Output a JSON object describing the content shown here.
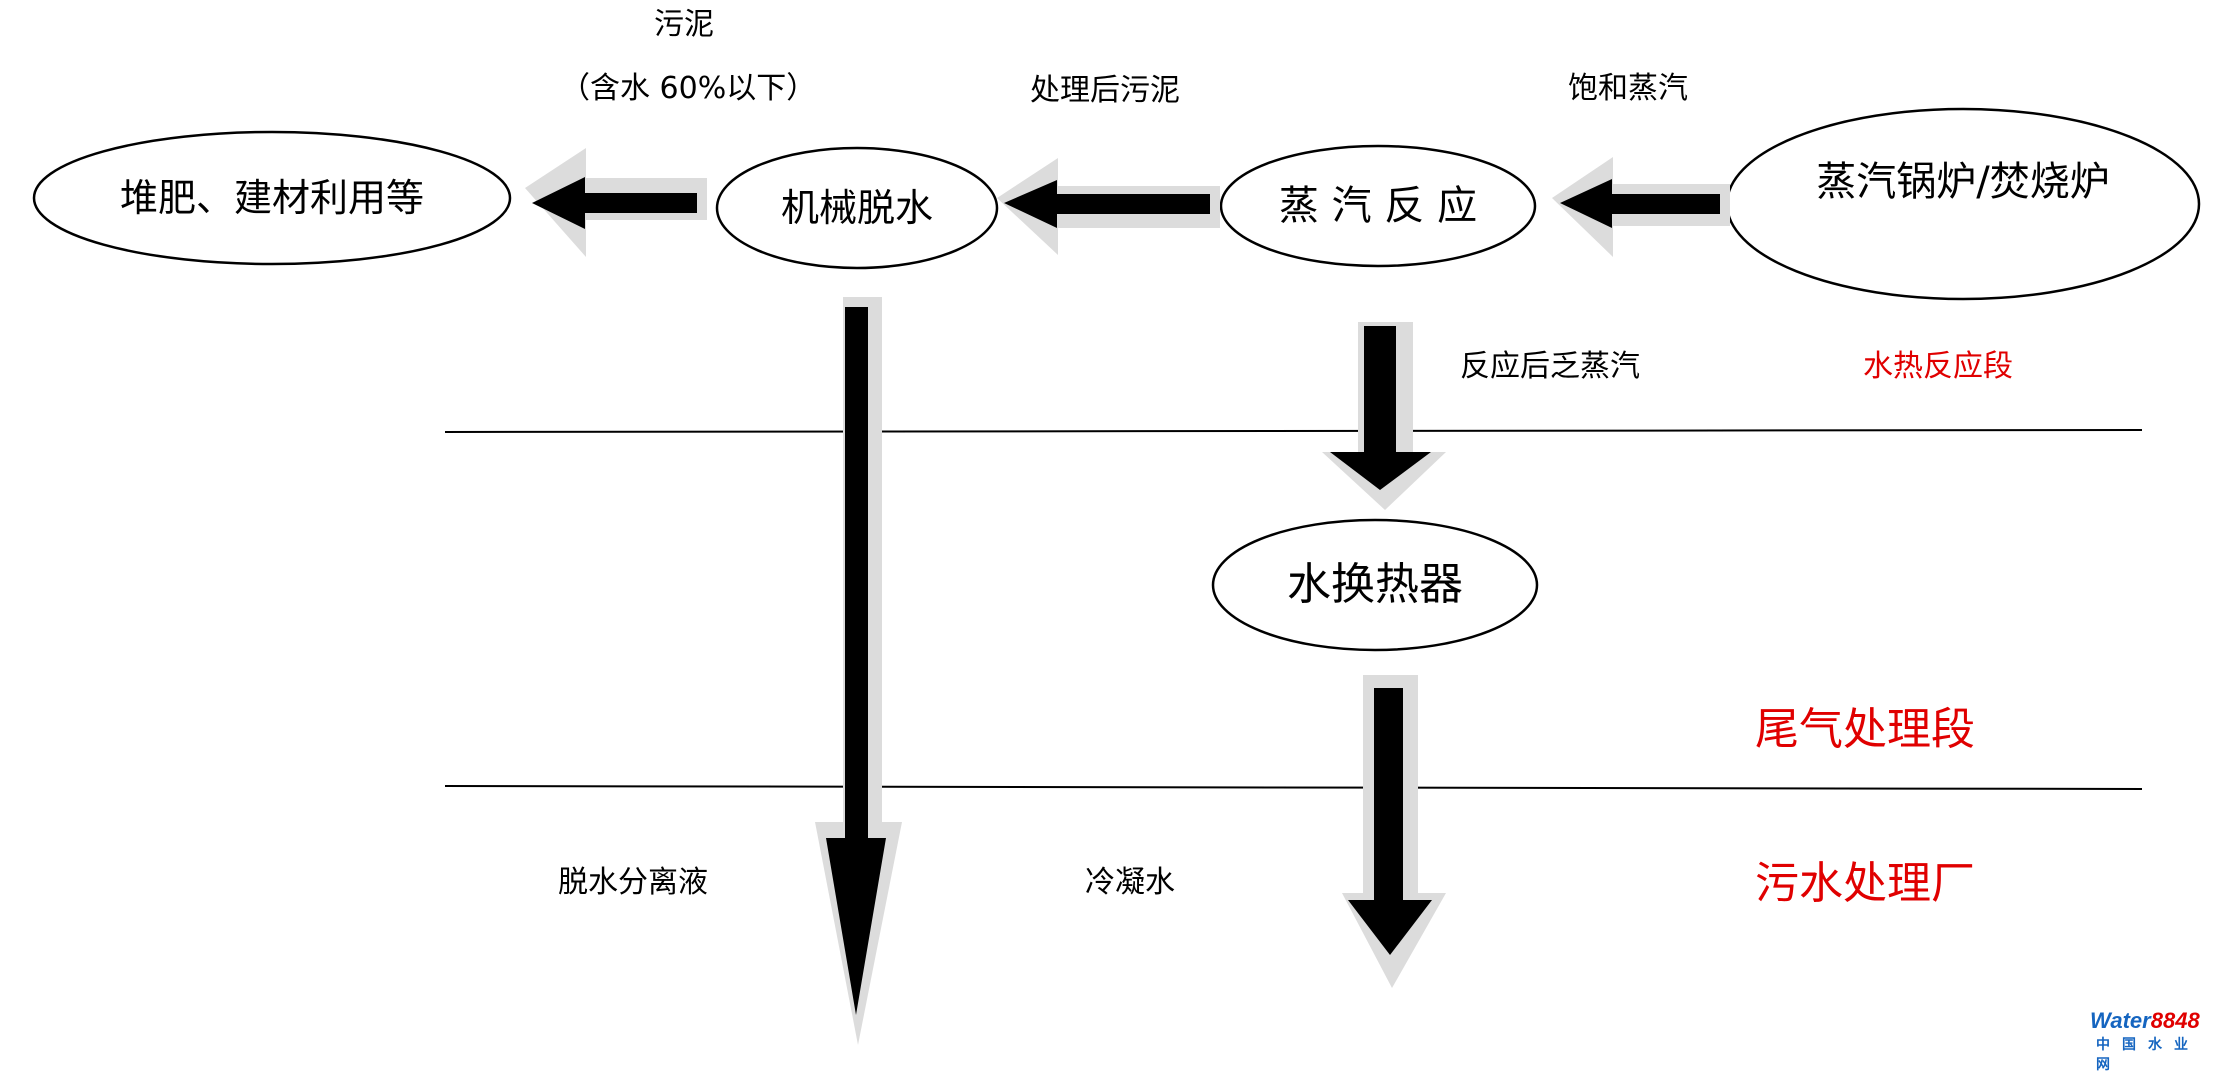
{
  "labels": {
    "sludge": "污泥",
    "water_content": "（含水 60%以下）",
    "treated_sludge": "处理后污泥",
    "saturated_steam": "饱和蒸汽",
    "spent_steam": "反应后乏蒸汽",
    "dewatering_liquid": "脱水分离液",
    "condensate": "冷凝水"
  },
  "nodes": {
    "compost": "堆肥、建材利用等",
    "dewatering": "机械脱水",
    "steam_reaction": "蒸 汽 反 应",
    "boiler": "蒸汽锅炉/焚烧炉",
    "heat_exchanger": "水换热器"
  },
  "sections": {
    "hydrothermal": "水热反应段",
    "exhaust": "尾气处理段",
    "wastewater": "污水处理厂"
  },
  "colors": {
    "accent": "#e00000",
    "arrow": "#000000",
    "arrow_shadow": "#dcdcdc",
    "logo_water": "#1565c0",
    "logo_number": "#e00000"
  },
  "logo": {
    "text_a": "Water",
    "text_b": "8848",
    "sub": "中国水业网"
  }
}
